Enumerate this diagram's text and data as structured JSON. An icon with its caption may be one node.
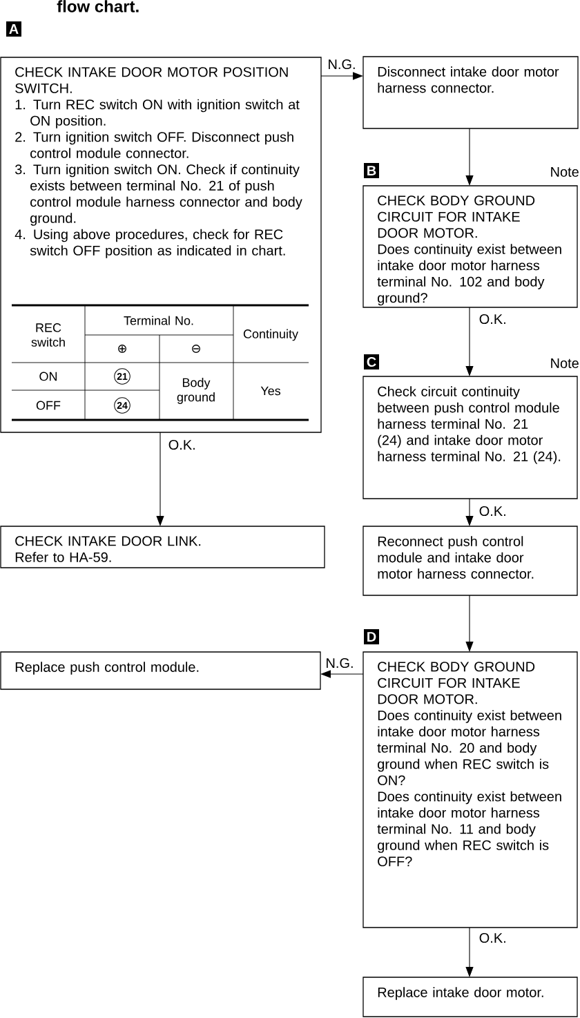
{
  "diagram": {
    "title": "flow chart.",
    "nodes": [
      {
        "text": [
          "CHECK INTAKE DOOR MOTOR POSITION SWITCH.",
          "1. Turn REC switch ON with ignition switch at ON position.",
          "2. Turn ignition switch OFF. Disconnect push control module connector.",
          "3. Turn ignition switch ON. Check if continuity exists between terminal No. 21 of push control module harness connector and body ground.",
          "4. Using above procedures, check for REC switch OFF position as indicated in chart."
        ],
        "beside": [
          "A"
        ]
      },
      {
        "text": [
          "Disconnect intake door motor harness connector."
        ]
      },
      {
        "text": [
          "CHECK BODY GROUND CIRCUIT FOR INTAKE DOOR MOTOR.",
          "Does continuity exist between intake door motor harness terminal No. 102 and body ground?"
        ],
        "beside": [
          "B",
          "Note"
        ]
      },
      {
        "text": [
          "Check circuit continuity between push control module harness terminal No. 21 (24) and intake door motor harness terminal No. 21 (24)."
        ],
        "beside": [
          "C",
          "Note"
        ]
      },
      {
        "text": [
          "CHECK INTAKE DOOR LINK.",
          "Refer to HA-59."
        ]
      },
      {
        "text": [
          "Reconnect push control module and intake door motor harness connector."
        ]
      },
      {
        "text": [
          "Replace push control module."
        ]
      },
      {
        "text": [
          "CHECK BODY GROUND CIRCUIT FOR INTAKE DOOR MOTOR.",
          "Does continuity exist between intake door motor harness terminal No. 20 and body ground when REC switch is ON?",
          "Does continuity exist between intake door motor harness terminal No. 11 and body ground when REC switch is OFF?"
        ],
        "beside": [
          "D"
        ]
      },
      {
        "text": [
          "Replace intake door motor."
        ]
      }
    ],
    "edges": [
      {
        "from": 0,
        "to": 1,
        "arrow": "to",
        "label": "N.G."
      },
      {
        "from": 0,
        "to": 4,
        "arrow": "to",
        "label": "O.K."
      },
      {
        "from": 1,
        "to": 2,
        "arrow": "to"
      },
      {
        "from": 2,
        "to": 3,
        "arrow": "to",
        "label": "O.K."
      },
      {
        "from": 3,
        "to": 5,
        "arrow": "to",
        "label": "O.K."
      },
      {
        "from": 5,
        "to": 7,
        "arrow": "to"
      },
      {
        "from": 7,
        "to": 6,
        "arrow": "to",
        "label": "N.G."
      },
      {
        "from": 7,
        "to": 8,
        "arrow": "to",
        "label": "O.K."
      }
    ],
    "labels": [
      "REC switch",
      "Terminal No.",
      "Continuity",
      "⊕",
      "⊖",
      "ON",
      "21",
      "Body ground",
      "Yes",
      "OFF",
      "24"
    ]
  }
}
